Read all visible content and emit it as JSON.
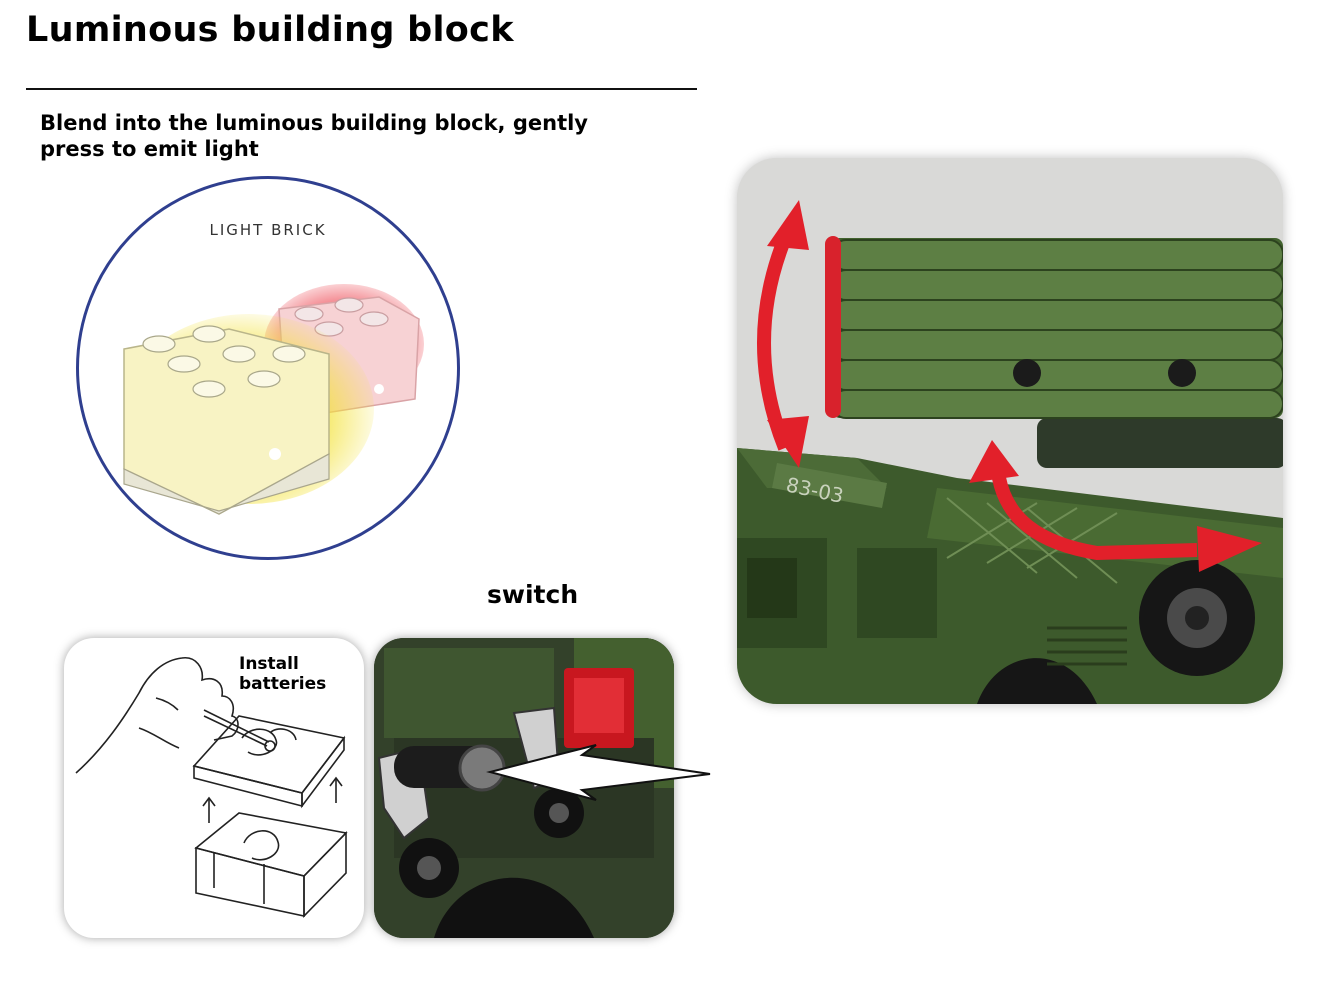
{
  "header": {
    "title": "Luminous building block",
    "subtitle": "Blend into the luminous building block, gently press to emit light"
  },
  "light_brick_figure": {
    "label": "LIGHT BRICK",
    "glow_colors": {
      "yellow": "#f3e23a",
      "red": "#ef5a64"
    },
    "border_color": "#2f3f8f"
  },
  "install_figure": {
    "label": "Install batteries"
  },
  "switch_figure": {
    "label": "switch"
  },
  "launcher_figure": {
    "plate_text": "83-03",
    "arrow_color": "#e2202a",
    "body_color": "#3f5a2c"
  }
}
